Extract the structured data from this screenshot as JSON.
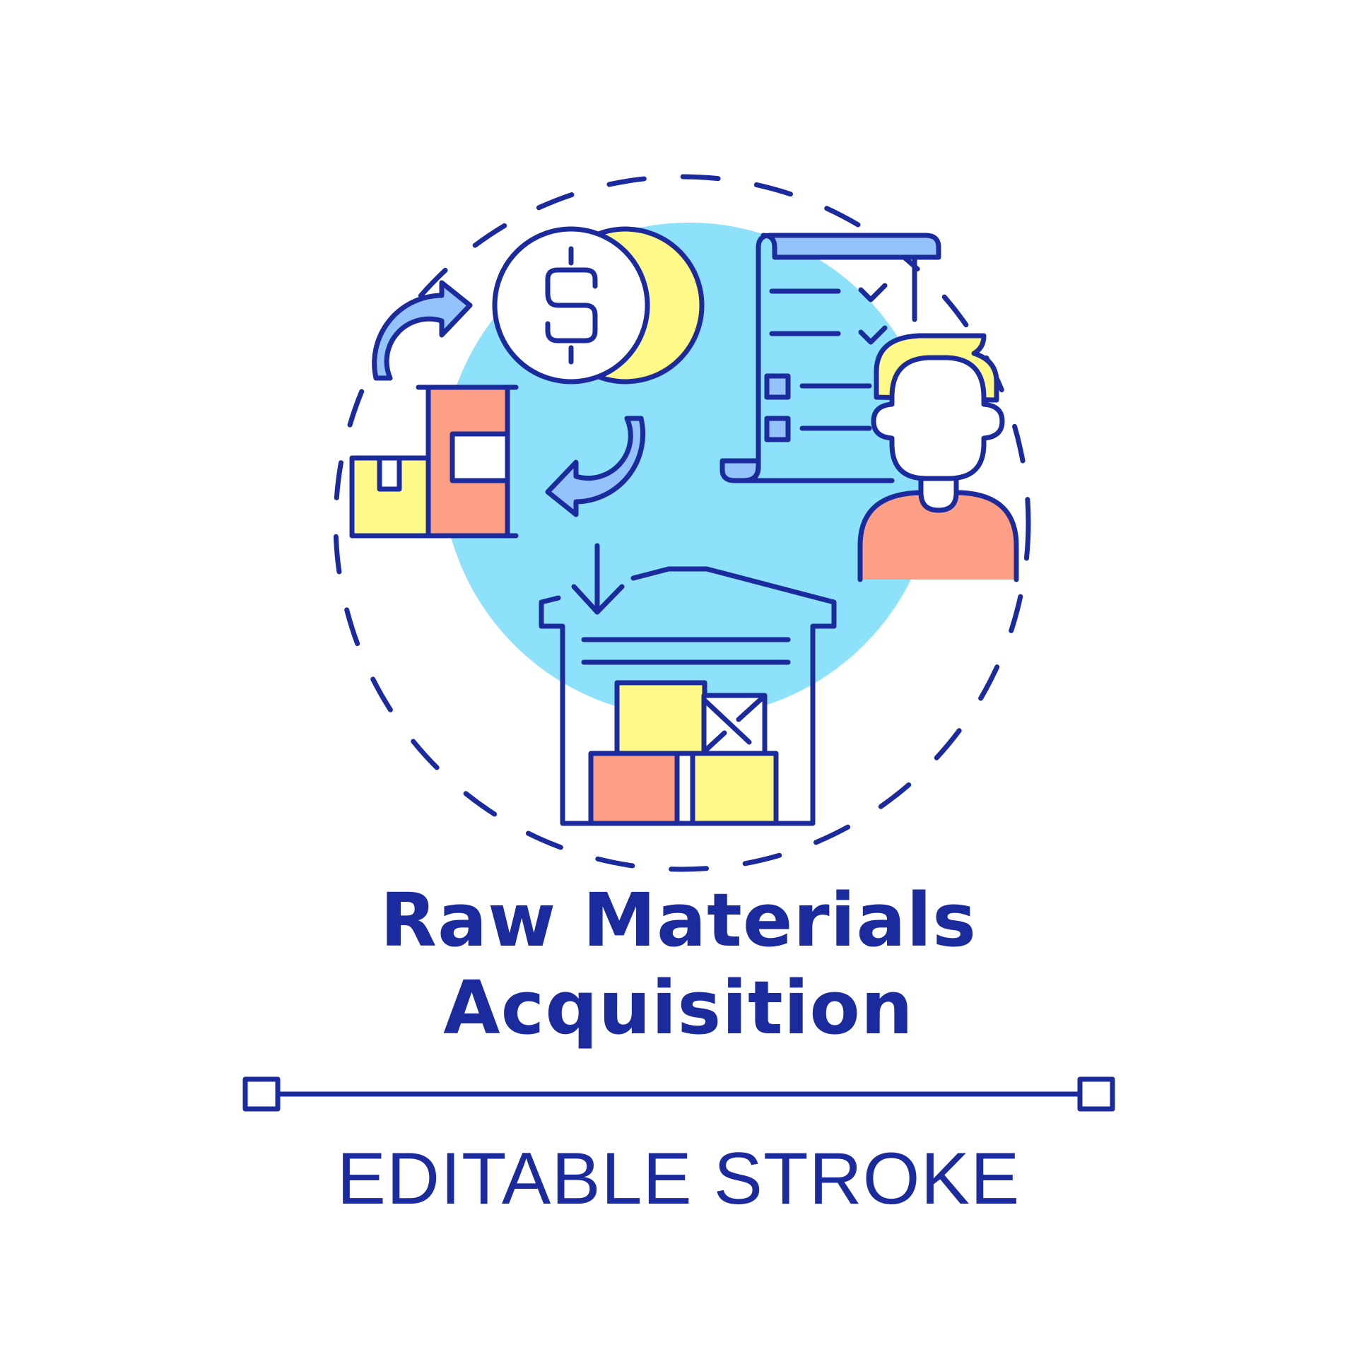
{
  "title": {
    "line1": "Raw Materials",
    "line2": "Acquisition"
  },
  "footer": {
    "label": "EDITABLE STROKE"
  },
  "icons": [
    "dollar-coin-icon",
    "checklist-document-icon",
    "person-icon",
    "warehouse-icon",
    "shelf-with-boxes-icon",
    "cycle-arrow-icon"
  ],
  "colors": {
    "stroke": "#1b2a9c",
    "light_blue": "#8de1fb",
    "mid_blue": "#93c3fa",
    "yellow": "#fff98a",
    "salmon": "#fd9f86",
    "white": "#ffffff"
  }
}
